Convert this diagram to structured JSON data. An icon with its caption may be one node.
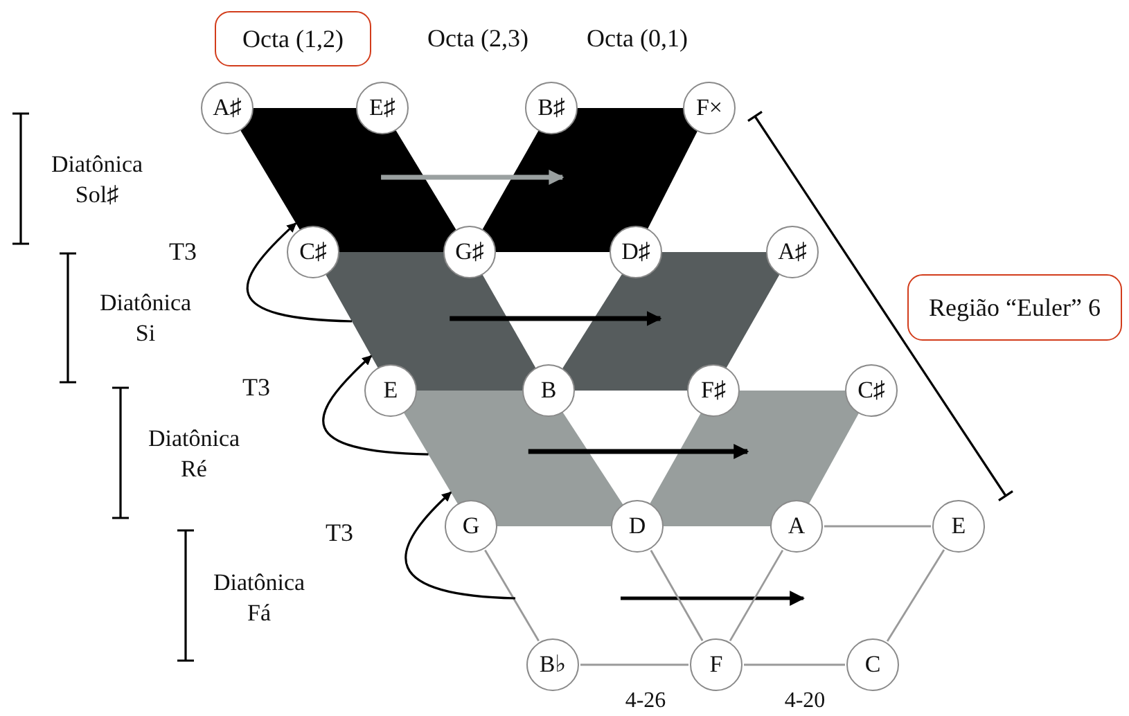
{
  "diagram": {
    "nodes": [
      {
        "text": [
          "Octa (1,2)"
        ]
      },
      {
        "text": [
          "A♯"
        ]
      },
      {
        "text": [
          "E♯"
        ]
      },
      {
        "text": [
          "B♯"
        ]
      },
      {
        "text": [
          "F×"
        ]
      },
      {
        "text": [
          "C♯"
        ]
      },
      {
        "text": [
          "G♯"
        ]
      },
      {
        "text": [
          "D♯"
        ]
      },
      {
        "text": [
          "A♯"
        ]
      },
      {
        "text": [
          "Região “Euler” 6"
        ]
      },
      {
        "text": [
          "E"
        ]
      },
      {
        "text": [
          "B"
        ]
      },
      {
        "text": [
          "F♯"
        ]
      },
      {
        "text": [
          "C♯"
        ]
      },
      {
        "text": [
          "G"
        ]
      },
      {
        "text": [
          "D"
        ]
      },
      {
        "text": [
          "A"
        ]
      },
      {
        "text": [
          "E"
        ]
      },
      {
        "text": [
          "B♭"
        ]
      },
      {
        "text": [
          "F"
        ]
      },
      {
        "text": [
          "C"
        ]
      },
      {
        "text": [],
        "shape": "parallelogram"
      },
      {
        "text": [],
        "shape": "parallelogram"
      },
      {
        "text": [],
        "shape": "parallelogram"
      },
      {
        "text": [],
        "shape": "parallelogram"
      },
      {
        "text": [],
        "shape": "parallelogram"
      },
      {
        "text": [],
        "shape": "parallelogram"
      }
    ],
    "edges": [
      {
        "from": 14,
        "to": 18,
        "arrow": "none"
      },
      {
        "from": 18,
        "to": 19,
        "arrow": "none"
      },
      {
        "from": 19,
        "to": 20,
        "arrow": "none"
      },
      {
        "from": 15,
        "to": 19,
        "arrow": "none"
      },
      {
        "from": 19,
        "to": 16,
        "arrow": "none"
      },
      {
        "from": 16,
        "to": 17,
        "arrow": "none"
      },
      {
        "from": 17,
        "to": 20,
        "arrow": "none"
      },
      {
        "from": 21,
        "to": 22,
        "arrow": "to",
        "style": "thick",
        "color": "#9aa0a0"
      },
      {
        "from": 23,
        "to": 24,
        "arrow": "to",
        "style": "thick",
        "color": "#000000"
      },
      {
        "from": 25,
        "to": 26,
        "arrow": "to",
        "style": "thick",
        "color": "#000000"
      },
      {
        "from": 23,
        "to": 21,
        "arrow": "to",
        "label": "T3",
        "color": "#000000"
      },
      {
        "from": 25,
        "to": 23,
        "arrow": "to",
        "label": "T3",
        "color": "#000000"
      },
      {
        "from": null,
        "to": 25,
        "arrow": "to",
        "label": "T3",
        "color": "#000000"
      }
    ],
    "labels": [
      "Octa (2,3)",
      "Octa (0,1)",
      "Diatônica Sol♯",
      "Diatônica Si",
      "Diatônica Ré",
      "Diatônica Fá",
      "4-26",
      "4-20"
    ]
  }
}
